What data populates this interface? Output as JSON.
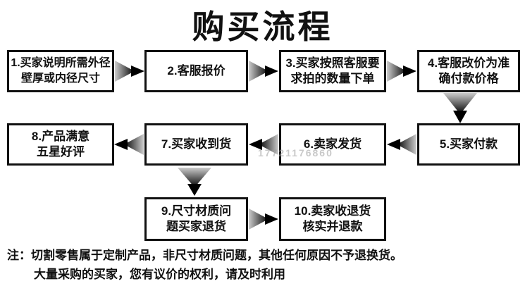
{
  "title": "购买流程",
  "flow": {
    "boxes": [
      {
        "line1": "1.买家说明所需外径",
        "line2": "壁厚或内径尺寸"
      },
      {
        "line1": "2.客服报价",
        "line2": ""
      },
      {
        "line1": "3.买家按照客服要",
        "line2": "求拍的数量下单"
      },
      {
        "line1": "4.客服改价为准",
        "line2": "确付款价格"
      },
      {
        "line1": "5.买家付款",
        "line2": ""
      },
      {
        "line1": "6.卖家发货",
        "line2": ""
      },
      {
        "line1": "7.买家收到货",
        "line2": ""
      },
      {
        "line1": "8.产品满意",
        "line2": "五星好评"
      },
      {
        "line1": "9.尺寸材质问",
        "line2": "题买家退货"
      },
      {
        "line1": "10.卖家收退货",
        "line2": "核实并退款"
      }
    ],
    "arrows": [
      "1-to-2-right",
      "2-to-3-right",
      "3-to-4-right",
      "4-to-5-down",
      "5-to-6-left",
      "6-to-7-left",
      "7-to-8-left",
      "7-to-9-down",
      "9-to-10-right"
    ]
  },
  "watermark": "17721176860",
  "note": {
    "line1": "注：切割零售属于定制产品，非尺寸材质问题，其他任何原因不予退换货。",
    "line2": "大量采购的买家，您有议价的权利，请及时利用"
  },
  "colors": {
    "box_border": "#111111",
    "text": "#111111",
    "arrow_dark": "#000000",
    "arrow_light": "#cccccc",
    "watermark": "#9e9e9e",
    "background": "#ffffff"
  }
}
